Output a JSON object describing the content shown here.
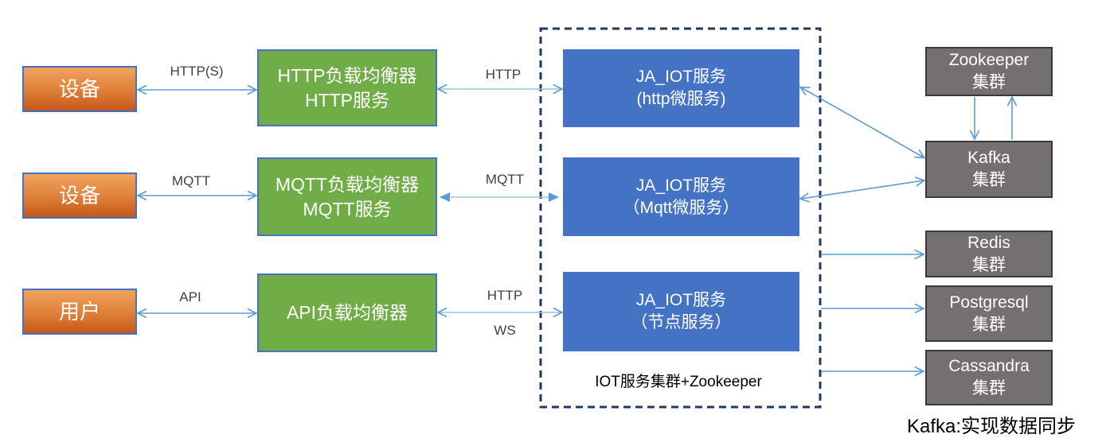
{
  "nodes": {
    "device1": {
      "label": "设备"
    },
    "device2": {
      "label": "设备"
    },
    "user": {
      "label": "用户"
    },
    "http_lb": {
      "line1": "HTTP负载均衡器",
      "line2": "HTTP服务"
    },
    "mqtt_lb": {
      "line1": "MQTT负载均衡器",
      "line2": "MQTT服务"
    },
    "api_lb": {
      "line1": "API负载均衡器"
    },
    "iot_http": {
      "line1": "JA_IOT服务",
      "line2": "(http微服务)"
    },
    "iot_mqtt": {
      "line1": "JA_IOT服务",
      "line2": "（Mqtt微服务）"
    },
    "iot_node": {
      "line1": "JA_IOT服务",
      "line2": "（节点服务）"
    },
    "zookeeper": {
      "line1": "Zookeeper",
      "line2": "集群"
    },
    "kafka": {
      "line1": "Kafka",
      "line2": "集群"
    },
    "redis": {
      "line1": "Redis",
      "line2": "集群"
    },
    "postgresql": {
      "line1": "Postgresql",
      "line2": "集群"
    },
    "cassandra": {
      "line1": "Cassandra",
      "line2": "集群"
    }
  },
  "edge_labels": {
    "device1_http_lb": "HTTP(S)",
    "http_lb_iot_http": "HTTP",
    "device2_mqtt_lb": "MQTT",
    "mqtt_lb_iot_mqtt": "MQTT",
    "user_api_lb": "API",
    "api_lb_iot_node_http": "HTTP",
    "api_lb_iot_node_ws": "WS"
  },
  "cluster": {
    "label": "IOT服务集群+Zookeeper"
  },
  "footnote": "Kafka:实现数据同步",
  "colors": {
    "orange-top": "#F0A35E",
    "orange-bottom": "#C4571A",
    "green": "#70AD47",
    "blue": "#4472C4",
    "gray": "#757070",
    "gray-border": "#3B3838",
    "node-border": "#4472C4",
    "arrow": "#5B9BD5",
    "arrow-light": "#9DC3E6",
    "dash": "#1F3864",
    "label-text": "#404040"
  }
}
